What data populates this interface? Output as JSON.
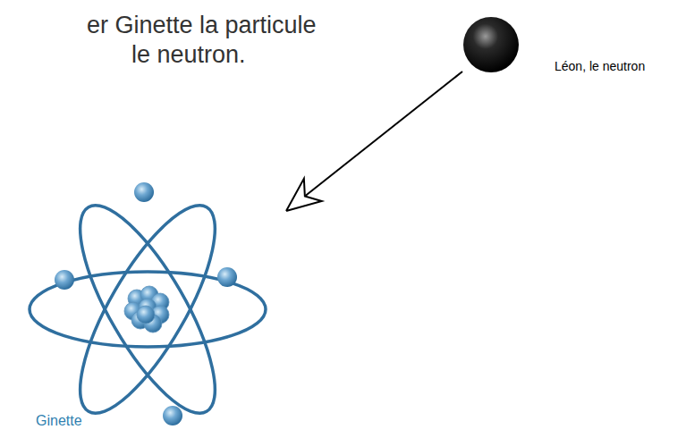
{
  "diagram": {
    "nodes": [
      {
        "text": [
          "Léon, le neutron"
        ]
      },
      {
        "text": [
          "Ginette"
        ]
      }
    ],
    "edges": [
      {
        "from": 0,
        "to": 1,
        "arrow": "to"
      }
    ],
    "labels": [
      "er Ginette la particule",
      "le neutron."
    ]
  }
}
